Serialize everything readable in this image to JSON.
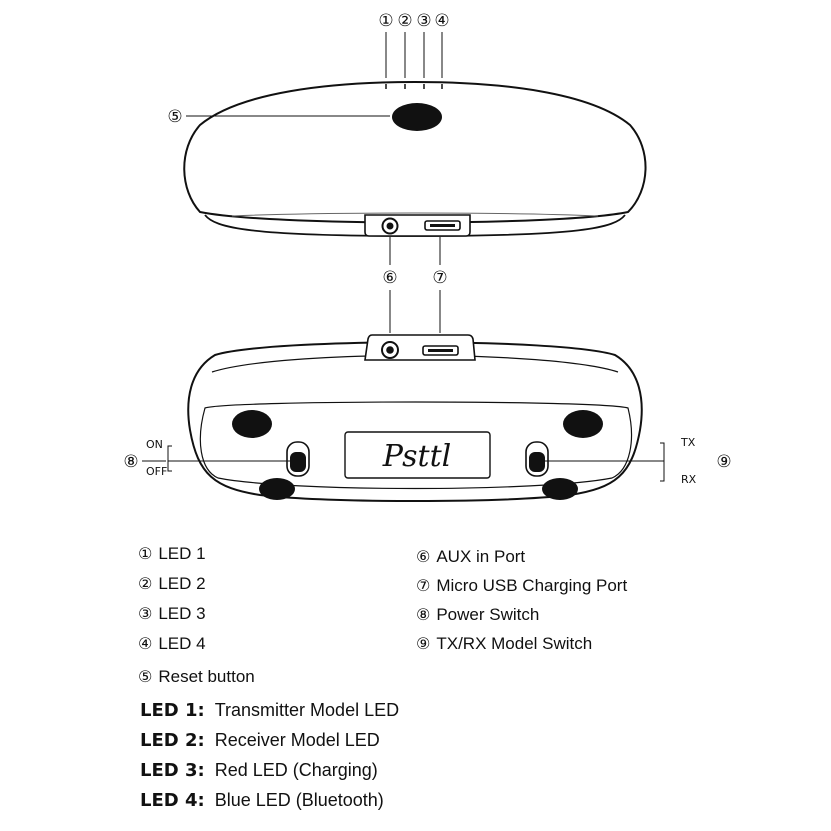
{
  "callouts": {
    "c1": "①",
    "c2": "②",
    "c3": "③",
    "c4": "④",
    "c5": "⑤",
    "c6": "⑥",
    "c7": "⑦",
    "c8": "⑧",
    "c9": "⑨"
  },
  "switch_labels": {
    "on": "ON",
    "off": "OFF",
    "tx": "TX",
    "rx": "RX"
  },
  "brand": "Psttl",
  "legend": {
    "left": [
      {
        "num": "①",
        "text": "LED 1"
      },
      {
        "num": "②",
        "text": "LED 2"
      },
      {
        "num": "③",
        "text": "LED 3"
      },
      {
        "num": "④",
        "text": "LED 4"
      },
      {
        "num": "⑤",
        "text": "Reset button"
      }
    ],
    "right": [
      {
        "num": "⑥",
        "text": "AUX in Port"
      },
      {
        "num": "⑦",
        "text": "Micro USB Charging Port"
      },
      {
        "num": "⑧",
        "text": "Power Switch"
      },
      {
        "num": "⑨",
        "text": "TX/RX Model Switch"
      }
    ]
  },
  "led_descriptions": [
    {
      "tag": "LED 1",
      "sep": ":",
      "text": "Transmitter Model LED"
    },
    {
      "tag": "LED 2",
      "sep": ":",
      "text": "Receiver Model LED"
    },
    {
      "tag": "LED 3",
      "sep": ":",
      "text": "Red LED (Charging)"
    },
    {
      "tag": "LED 4",
      "sep": ":",
      "text": "Blue LED (Bluetooth)"
    }
  ]
}
